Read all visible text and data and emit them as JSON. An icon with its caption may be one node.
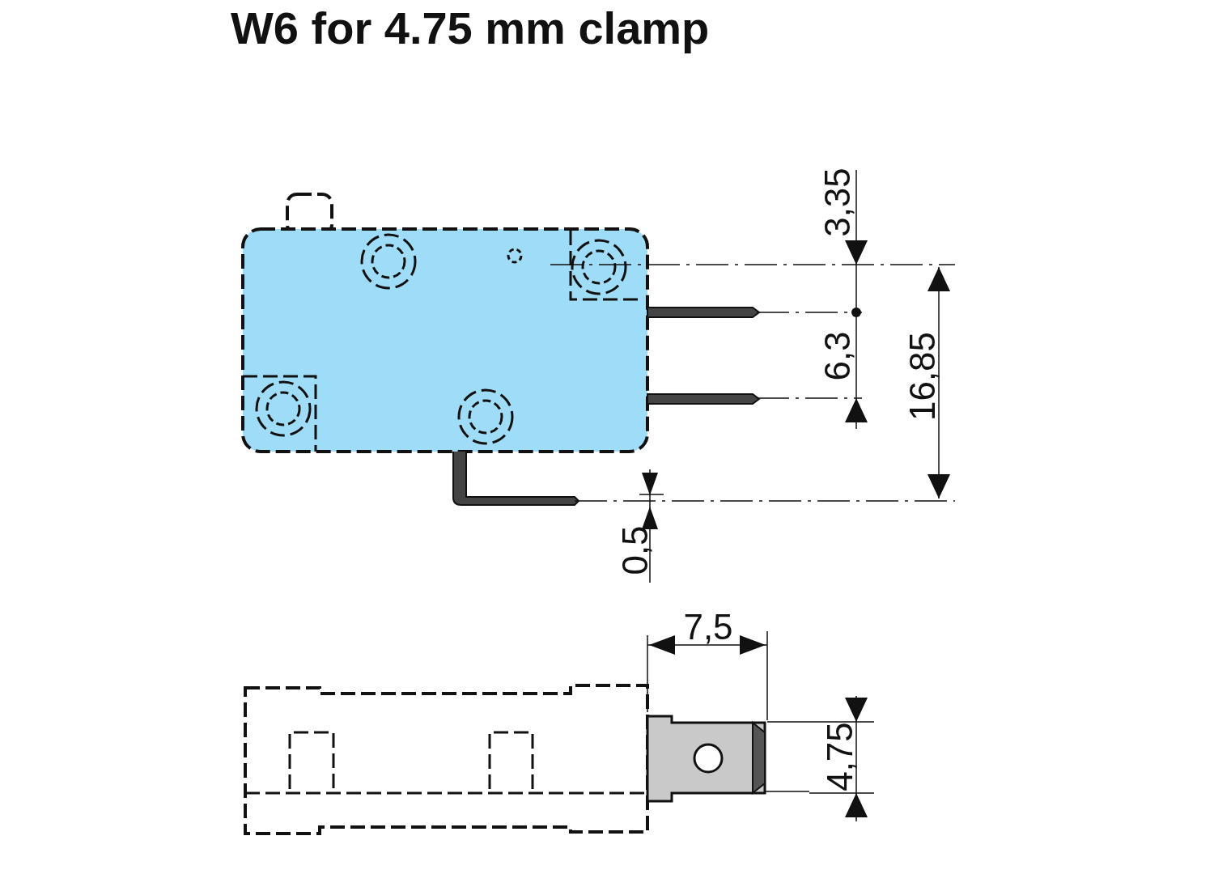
{
  "diagram": {
    "title": "W6 for 4.75 mm clamp",
    "labels": [
      "3,35",
      "6,3",
      "16,85",
      "0,5",
      "7,5",
      "4,75"
    ]
  }
}
